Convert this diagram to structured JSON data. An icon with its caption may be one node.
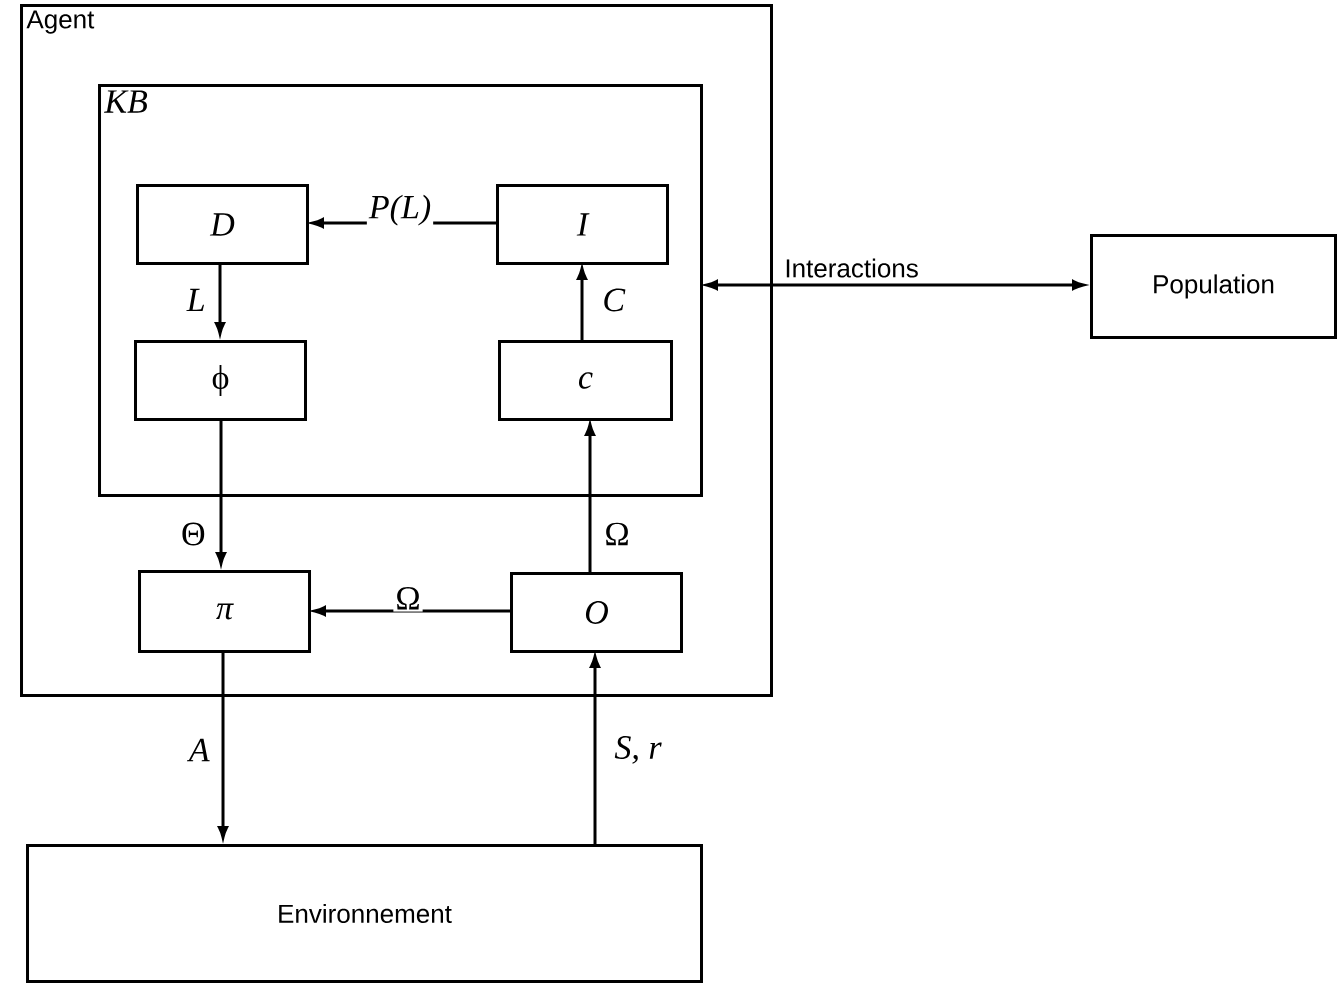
{
  "diagram": {
    "nodes": [
      {
        "text": [
          "Agent"
        ]
      },
      {
        "text": [
          "KB"
        ],
        "in": 0
      },
      {
        "text": [
          "D"
        ],
        "in": 1
      },
      {
        "text": [
          "I"
        ],
        "in": 1
      },
      {
        "text": [
          "ϕ"
        ],
        "in": 1
      },
      {
        "text": [
          "c"
        ],
        "in": 1
      },
      {
        "text": [
          "π"
        ],
        "in": 0
      },
      {
        "text": [
          "O"
        ],
        "in": 0
      },
      {
        "text": [
          "Population"
        ]
      },
      {
        "text": [
          "Environnement"
        ]
      }
    ],
    "edges": [
      {
        "from": 3,
        "to": 2,
        "arrow": "to",
        "label": "P(L)"
      },
      {
        "from": 2,
        "to": 4,
        "arrow": "to",
        "label": "L"
      },
      {
        "from": 5,
        "to": 3,
        "arrow": "to",
        "label": "C"
      },
      {
        "from": 4,
        "to": 6,
        "arrow": "to",
        "label": "Θ"
      },
      {
        "from": 7,
        "to": 5,
        "arrow": "to",
        "label": "Ω"
      },
      {
        "from": 7,
        "to": 6,
        "arrow": "to",
        "label": "Ω"
      },
      {
        "from": 1,
        "to": 8,
        "arrow": "both",
        "label": "Interactions"
      },
      {
        "from": 6,
        "to": 9,
        "arrow": "to",
        "label": "A"
      },
      {
        "from": 9,
        "to": 7,
        "arrow": "to",
        "label": "S, r"
      }
    ]
  }
}
